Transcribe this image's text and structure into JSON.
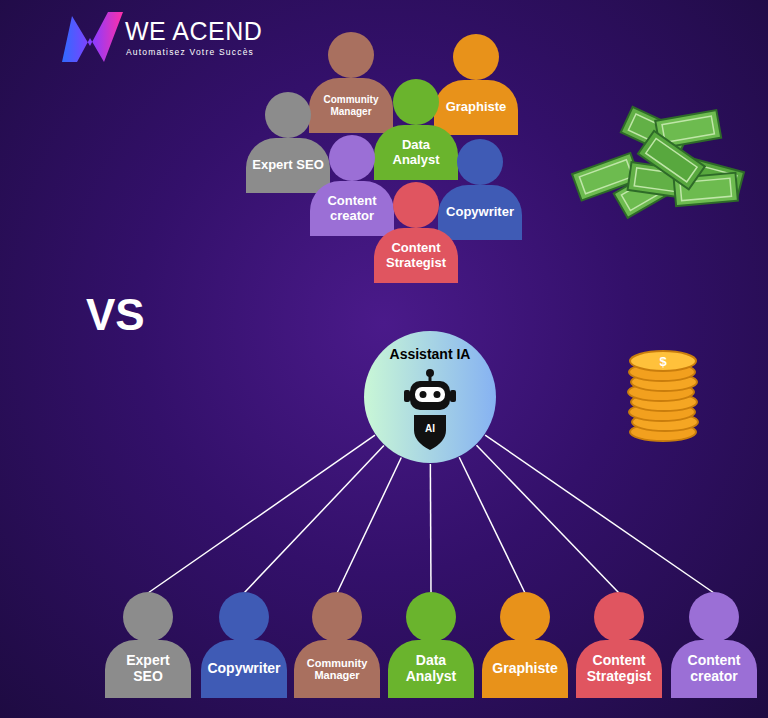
{
  "diagram": {
    "nodes": [
      {
        "text": [
          "Community Manager"
        ]
      },
      {
        "text": [
          "Graphiste"
        ]
      },
      {
        "text": [
          "Expert SEO"
        ]
      },
      {
        "text": [
          "Data Analyst"
        ]
      },
      {
        "text": [
          "Content creator"
        ]
      },
      {
        "text": [
          "Copywriter"
        ]
      },
      {
        "text": [
          "Content Strategist"
        ]
      },
      {
        "text": [
          "Assistant IA",
          "AI"
        ]
      },
      {
        "text": [
          "Expert SEO"
        ]
      },
      {
        "text": [
          "Copywriter"
        ]
      },
      {
        "text": [
          "Community Manager"
        ]
      },
      {
        "text": [
          "Data Analyst"
        ]
      },
      {
        "text": [
          "Graphiste"
        ]
      },
      {
        "text": [
          "Content Strategist"
        ]
      },
      {
        "text": [
          "Content creator"
        ]
      }
    ],
    "edges": [
      {
        "from": 7,
        "to": 8,
        "arrow": "none"
      },
      {
        "from": 7,
        "to": 9,
        "arrow": "none"
      },
      {
        "from": 7,
        "to": 10,
        "arrow": "none"
      },
      {
        "from": 7,
        "to": 11,
        "arrow": "none"
      },
      {
        "from": 7,
        "to": 12,
        "arrow": "none"
      },
      {
        "from": 7,
        "to": 13,
        "arrow": "none"
      },
      {
        "from": 7,
        "to": 14,
        "arrow": "none"
      }
    ],
    "labels": [
      "WE ACEND",
      "Automatisez Votre Succès",
      "VS",
      "$"
    ]
  }
}
